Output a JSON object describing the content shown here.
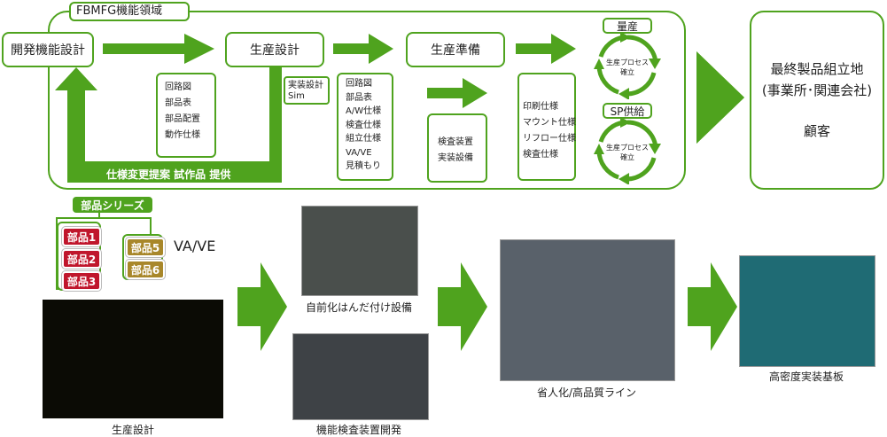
{
  "domain_area_title": "FBMFG機能領域",
  "steps": {
    "dev": "開発機能設計",
    "design": "生産設計",
    "prep": "生産準備",
    "final_line1": "最終製品組立地",
    "final_line2": "(事業所･関連会社)",
    "final_line3": "顧客"
  },
  "design_outputs": [
    "回路図",
    "部品表",
    "部品配置",
    "動作仕様"
  ],
  "sim_box": [
    "実装設計",
    "Sim"
  ],
  "design_details": [
    "回路図",
    "部品表",
    "A/W仕様",
    "検査仕様",
    "組立仕様",
    "VA/VE",
    "見積もり"
  ],
  "inspection_box": [
    "検査装置",
    "実装設備"
  ],
  "prep_outputs": [
    "印刷仕様",
    "マウント仕様",
    "リフロー仕様",
    "検査仕様"
  ],
  "feedback_label": "仕様変更提案 試作品 提供",
  "mass_production": {
    "label": "量産",
    "cycle": [
      "生産プロセス",
      "確立"
    ]
  },
  "sp_supply": {
    "label": "SP供給",
    "cycle": [
      "生産プロセス",
      "確立"
    ]
  },
  "parts_series": {
    "title": "部品シリーズ",
    "red": [
      "部品1",
      "部品2",
      "部品3"
    ],
    "gold": [
      "部品5",
      "部品6"
    ],
    "vave": "VA/VE"
  },
  "captions": {
    "pcb_design": "生産設計",
    "soldering": "自前化はんだ付け設備",
    "inspection_dev": "機能検査装置開発",
    "line": "省人化/高品質ライン",
    "board": "高密度実装基板"
  },
  "colors": {
    "green": "#4fa31e",
    "red": "#c0162c",
    "gold": "#a8872a"
  }
}
